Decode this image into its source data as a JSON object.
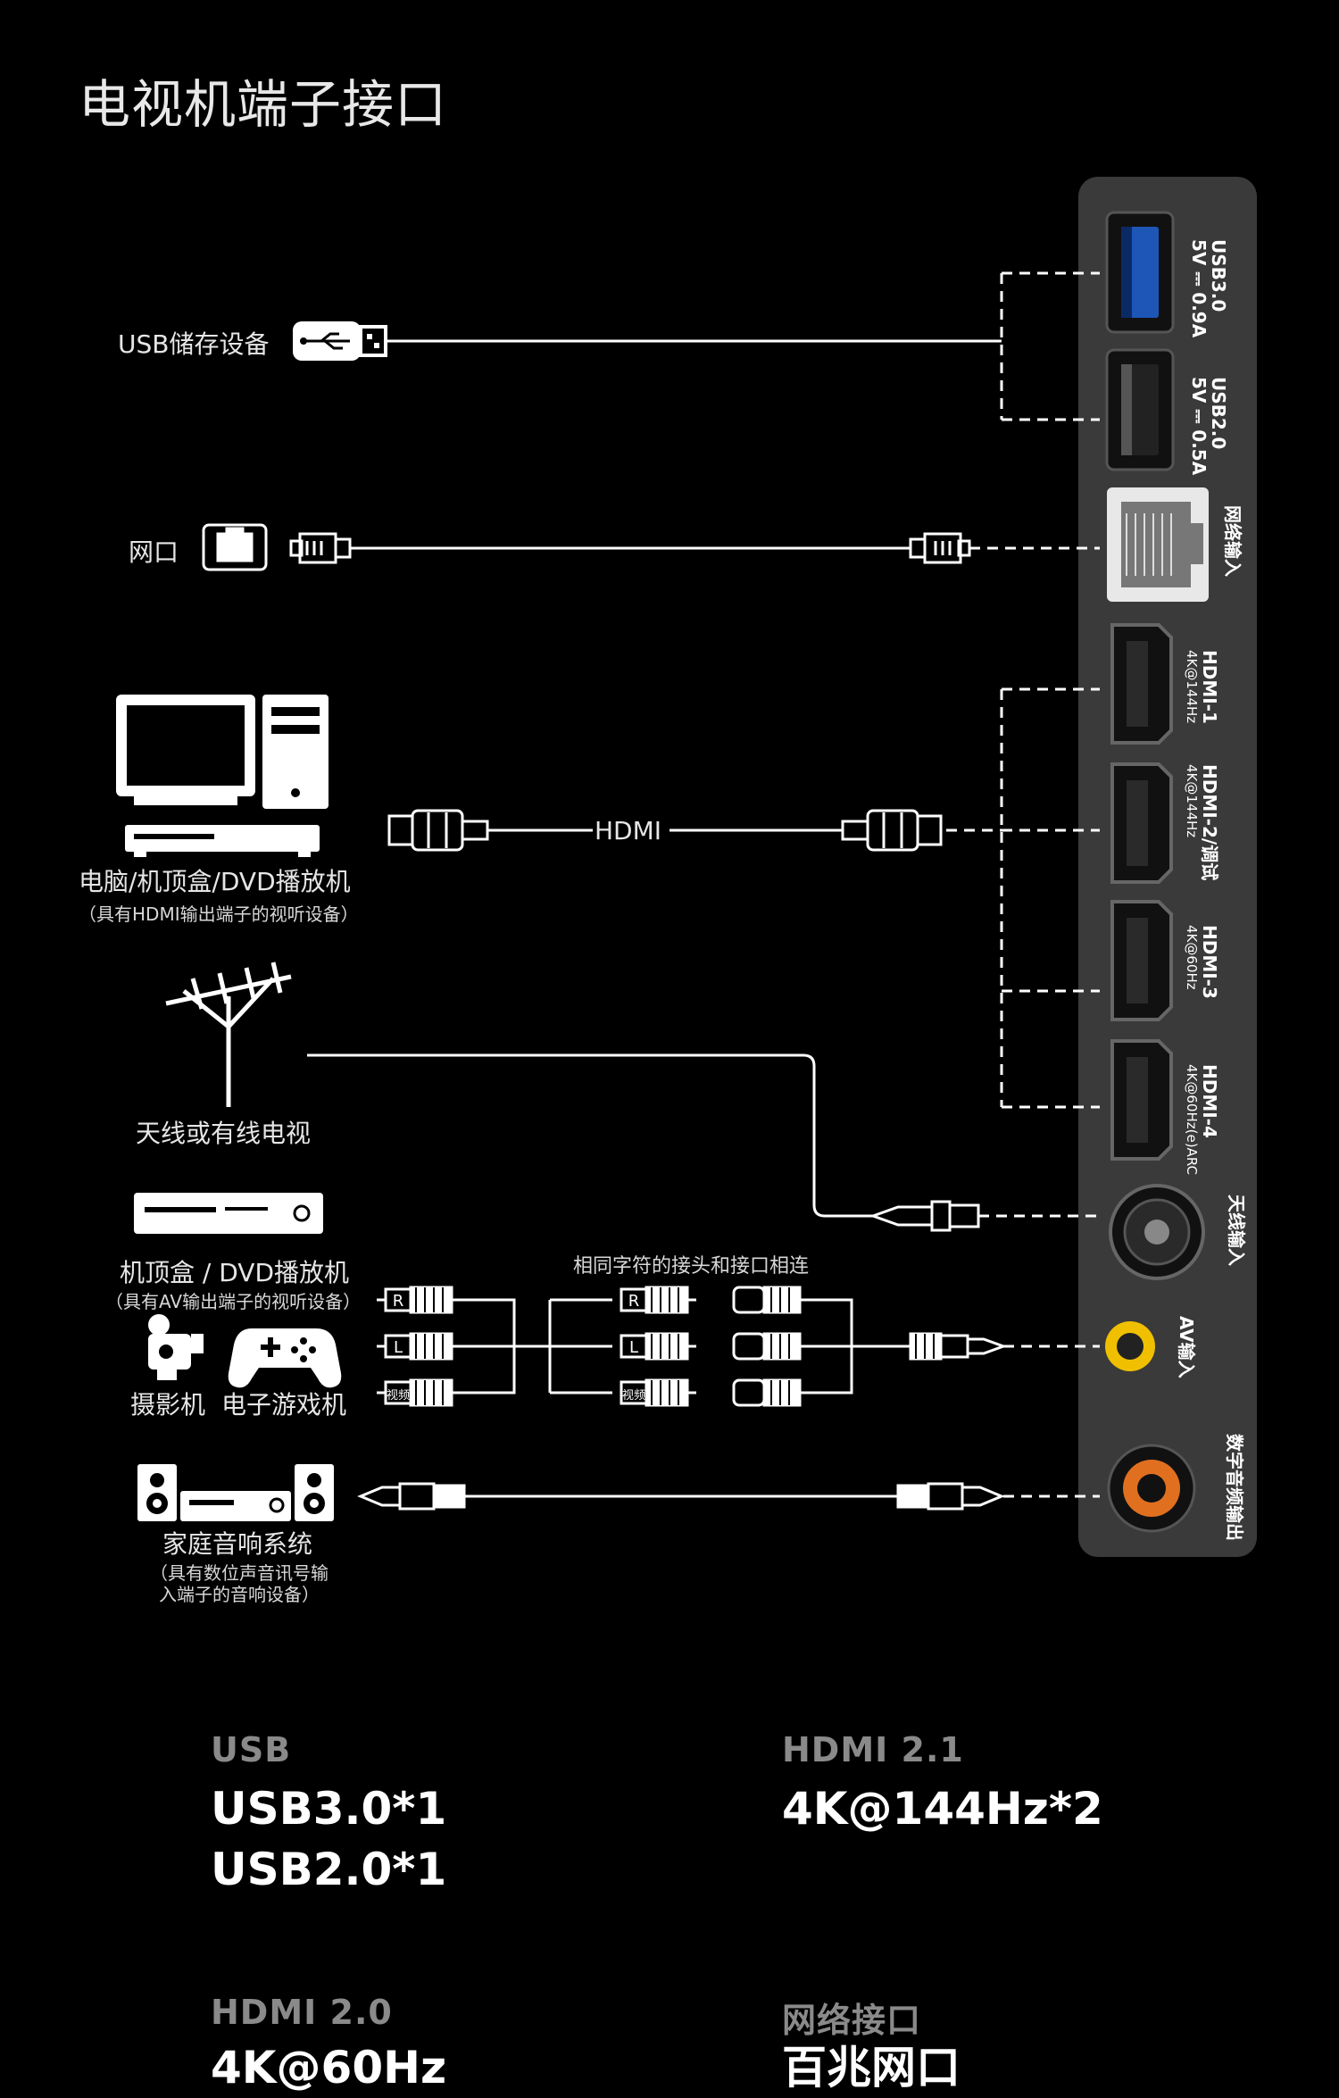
{
  "title": "电视机端子接口",
  "panel_ports": [
    {
      "name": "USB3.0",
      "spec": "5V ⎓ 0.9A"
    },
    {
      "name": "USB2.0",
      "spec": "5V ⎓ 0.5A"
    },
    {
      "name": "网络输入",
      "spec": ""
    },
    {
      "name": "HDMI-1",
      "spec": "4K@144Hz"
    },
    {
      "name": "HDMI-2/调试",
      "spec": "4K@144Hz"
    },
    {
      "name": "HDMI-3",
      "spec": "4K@60Hz"
    },
    {
      "name": "HDMI-4",
      "spec": "4K@60Hz(e)ARC"
    },
    {
      "name": "天线输入",
      "spec": ""
    },
    {
      "name": "AV输入",
      "spec": ""
    },
    {
      "name": "数字音频输出",
      "spec": ""
    }
  ],
  "devices": {
    "usb": "USB储存设备",
    "lan": "网口",
    "pc": "电脑/机顶盒/DVD播放机",
    "pc_note": "（具有HDMI输出端子的视听设备）",
    "hdmi_cable": "HDMI",
    "antenna": "天线或有线电视",
    "stb": "机顶盒 / DVD播放机",
    "stb_note": "（具有AV输出端子的视听设备）",
    "camcorder": "摄影机",
    "gamepad": "电子游戏机",
    "av_hint": "相同字符的接头和接口相连",
    "av_plugs": [
      "R",
      "L",
      "视频"
    ],
    "audio": "家庭音响系统",
    "audio_note_1": "（具有数位声音讯号输",
    "audio_note_2": "入端子的音响设备）"
  },
  "specs": [
    {
      "heading": "USB",
      "lines": [
        "USB3.0*1",
        "USB2.0*1"
      ]
    },
    {
      "heading": "HDMI 2.1",
      "lines": [
        "4K@144Hz*2"
      ]
    },
    {
      "heading": "HDMI 2.0",
      "lines": [
        "4K@60Hz"
      ]
    },
    {
      "heading": "网络接口",
      "lines": [
        "百兆网口"
      ]
    }
  ]
}
